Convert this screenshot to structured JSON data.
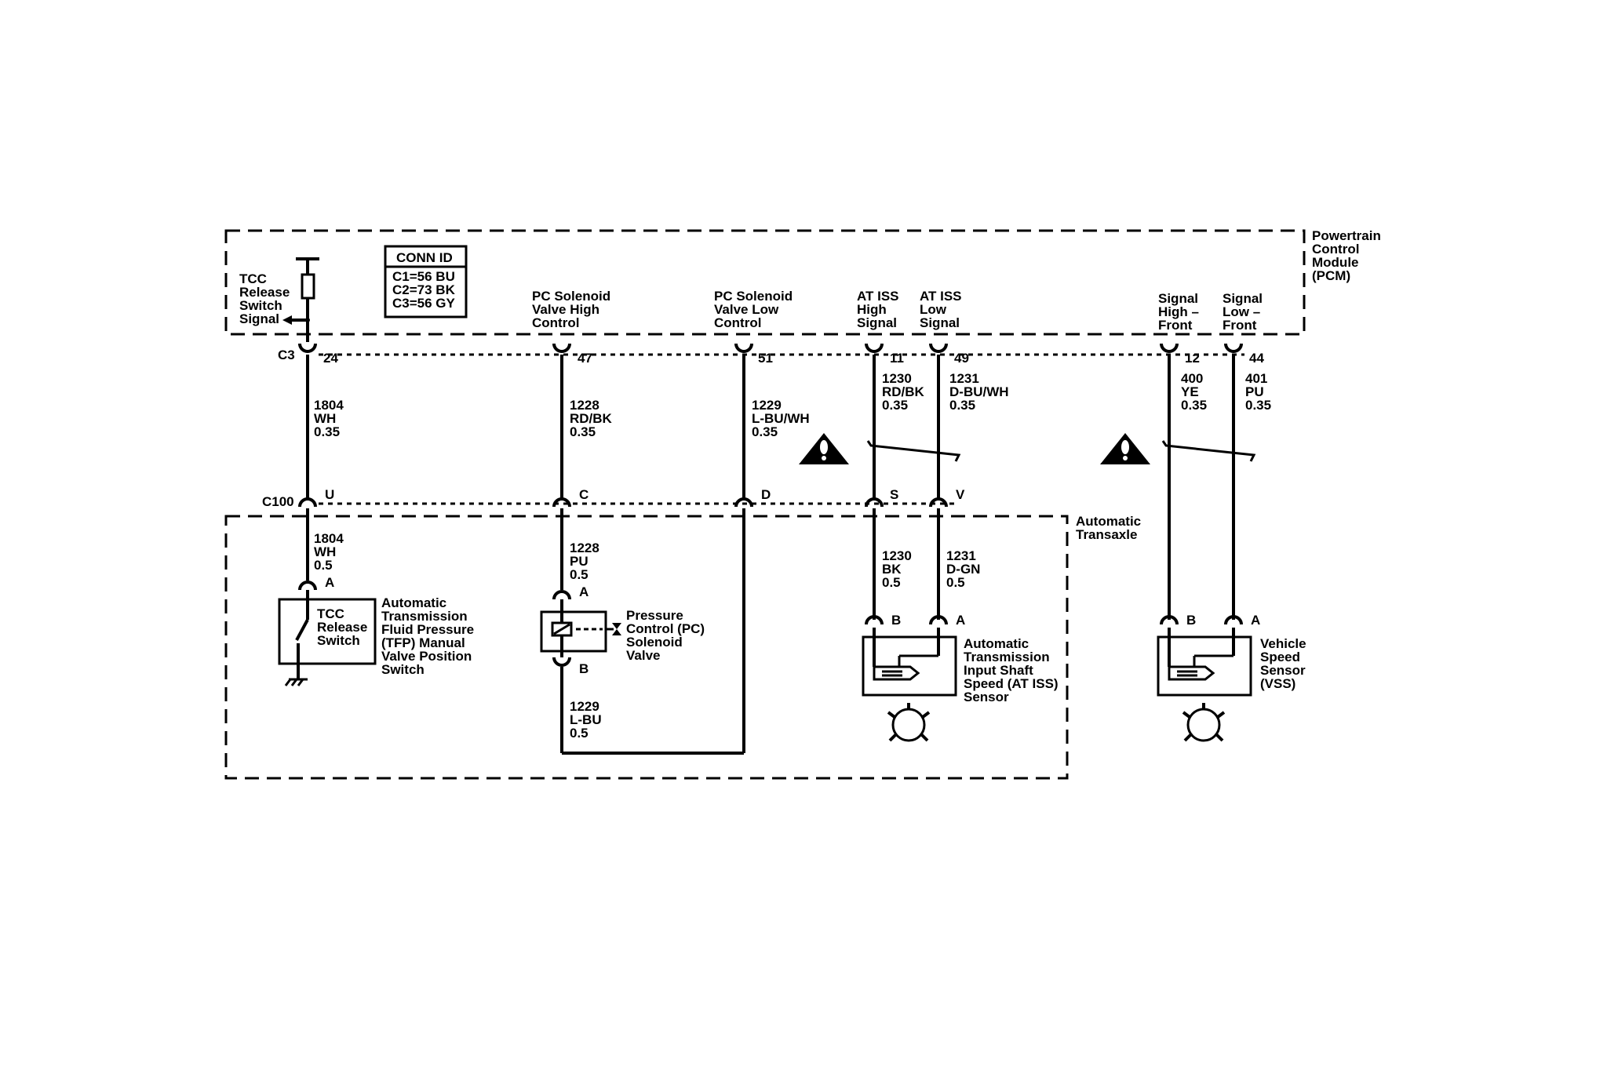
{
  "pcm": {
    "label": [
      "Powertrain",
      "Control",
      "Module",
      "(PCM)"
    ]
  },
  "transaxle": {
    "label": [
      "Automatic",
      "Transaxle"
    ]
  },
  "conn_id": {
    "title": "CONN ID",
    "rows": [
      "C1=56 BU",
      "C2=73 BK",
      "C3=56 GY"
    ]
  },
  "connectors": {
    "c3": "C3",
    "c100": "C100"
  },
  "pcm_signals": {
    "tcc": [
      "TCC",
      "Release",
      "Switch",
      "Signal"
    ],
    "pc_high": [
      "PC Solenoid",
      "Valve High",
      "Control"
    ],
    "pc_low": [
      "PC Solenoid",
      "Valve Low",
      "Control"
    ],
    "iss_high": [
      "AT ISS",
      "High",
      "Signal"
    ],
    "iss_low": [
      "AT ISS",
      "Low",
      "Signal"
    ],
    "vss_high": [
      "Signal",
      "High –",
      "Front"
    ],
    "vss_low": [
      "Signal",
      "Low –",
      "Front"
    ]
  },
  "pins": {
    "p24": "24",
    "p47": "47",
    "p51": "51",
    "p11": "11",
    "p49": "49",
    "p12": "12",
    "p44": "44",
    "U": "U",
    "C": "C",
    "D": "D",
    "S": "S",
    "V": "V",
    "tcc_a": "A",
    "pc_a": "A",
    "pc_b": "B",
    "iss_b": "B",
    "iss_a": "A",
    "vss_b": "B",
    "vss_a": "A"
  },
  "wires": {
    "w1804_upper": [
      "1804",
      "WH",
      "0.35"
    ],
    "w1228_upper": [
      "1228",
      "RD/BK",
      "0.35"
    ],
    "w1229_upper": [
      "1229",
      "L-BU/WH",
      "0.35"
    ],
    "w1230_upper": [
      "1230",
      "RD/BK",
      "0.35"
    ],
    "w1231_upper": [
      "1231",
      "D-BU/WH",
      "0.35"
    ],
    "w400": [
      "400",
      "YE",
      "0.35"
    ],
    "w401": [
      "401",
      "PU",
      "0.35"
    ],
    "w1804_lower": [
      "1804",
      "WH",
      "0.5"
    ],
    "w1228_lower": [
      "1228",
      "PU",
      "0.5"
    ],
    "w1229_lower": [
      "1229",
      "L-BU",
      "0.5"
    ],
    "w1230_lower": [
      "1230",
      "BK",
      "0.5"
    ],
    "w1231_lower": [
      "1231",
      "D-GN",
      "0.5"
    ]
  },
  "components": {
    "tcc_box": [
      "TCC",
      "Release",
      "Switch"
    ],
    "tfp_label": [
      "Automatic",
      "Transmission",
      "Fluid Pressure",
      "(TFP) Manual",
      "Valve Position",
      "Switch"
    ],
    "pc_label": [
      "Pressure",
      "Control (PC)",
      "Solenoid",
      "Valve"
    ],
    "iss_label": [
      "Automatic",
      "Transmission",
      "Input Shaft",
      "Speed (AT ISS)",
      "Sensor"
    ],
    "vss_label": [
      "Vehicle",
      "Speed",
      "Sensor",
      "(VSS)"
    ]
  },
  "icons": [
    "warning-icon",
    "ground-icon",
    "sensor-reluctor-icon",
    "solenoid-icon",
    "twisted-pair-icon"
  ]
}
